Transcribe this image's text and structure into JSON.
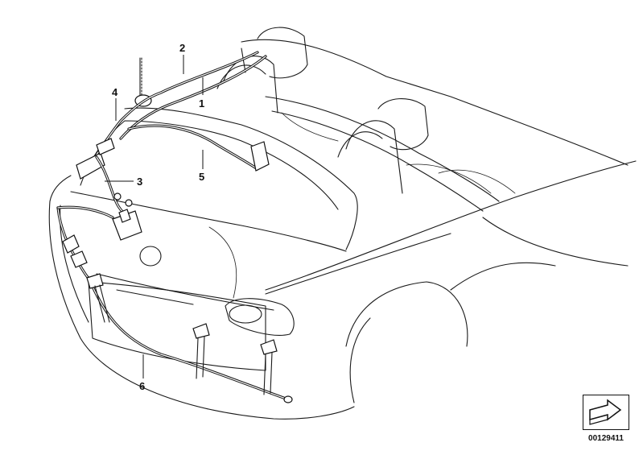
{
  "callouts": {
    "c1": "1",
    "c2": "2",
    "c3": "3",
    "c4": "4",
    "c5": "5",
    "c6": "6"
  },
  "reference_code": "00129411"
}
